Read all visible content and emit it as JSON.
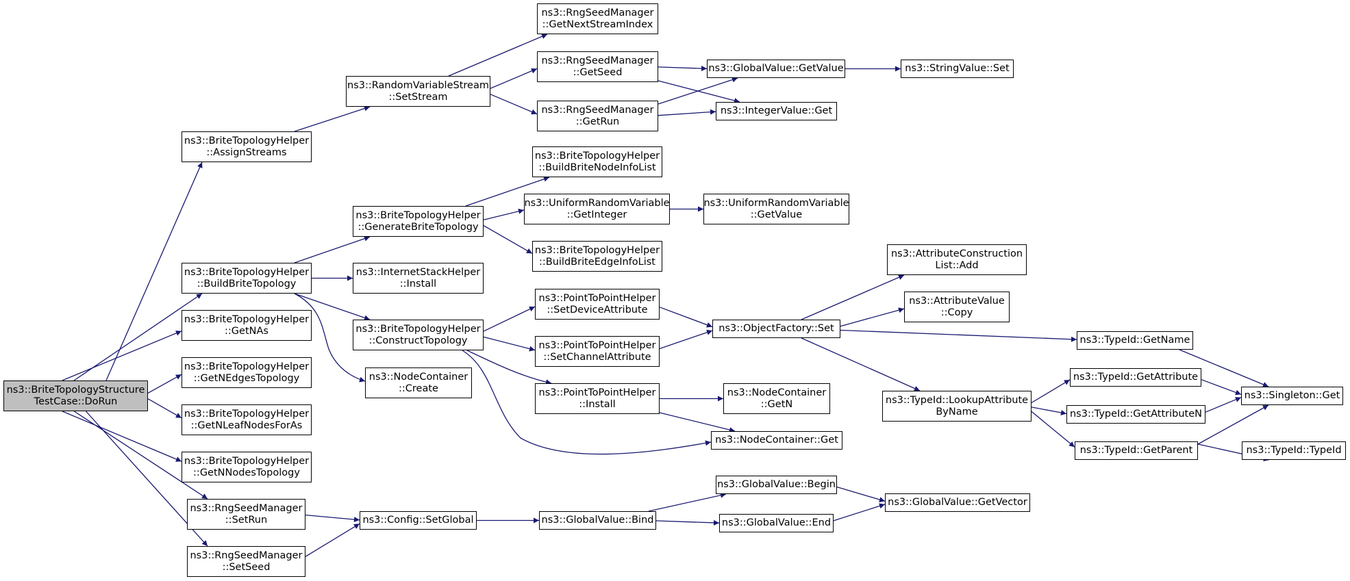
{
  "colors": {
    "edge": "#191970",
    "root_fill": "#bfbfbf",
    "node_fill": "#ffffff",
    "node_border": "#000000"
  },
  "nodes": [
    {
      "id": "doRun",
      "lines": [
        "ns3::BriteTopologyStructure",
        "TestCase::DoRun"
      ],
      "root": true
    },
    {
      "id": "assignStreams",
      "lines": [
        "ns3::BriteTopologyHelper",
        "::AssignStreams"
      ]
    },
    {
      "id": "buildBriteTopology",
      "lines": [
        "ns3::BriteTopologyHelper",
        "::BuildBriteTopology"
      ]
    },
    {
      "id": "getNAs",
      "lines": [
        "ns3::BriteTopologyHelper",
        "::GetNAs"
      ]
    },
    {
      "id": "getNEdgesTopology",
      "lines": [
        "ns3::BriteTopologyHelper",
        "::GetNEdgesTopology"
      ]
    },
    {
      "id": "getNLeafNodesForAs",
      "lines": [
        "ns3::BriteTopologyHelper",
        "::GetNLeafNodesForAs"
      ]
    },
    {
      "id": "getNNodesTopology",
      "lines": [
        "ns3::BriteTopologyHelper",
        "::GetNNodesTopology"
      ]
    },
    {
      "id": "setRun",
      "lines": [
        "ns3::RngSeedManager",
        "::SetRun"
      ]
    },
    {
      "id": "setSeed",
      "lines": [
        "ns3::RngSeedManager",
        "::SetSeed"
      ]
    },
    {
      "id": "setStream",
      "lines": [
        "ns3::RandomVariableStream",
        "::SetStream"
      ]
    },
    {
      "id": "generateBriteTopology",
      "lines": [
        "ns3::BriteTopologyHelper",
        "::GenerateBriteTopology"
      ]
    },
    {
      "id": "internetInstall",
      "lines": [
        "ns3::InternetStackHelper",
        "::Install"
      ]
    },
    {
      "id": "constructTopology",
      "lines": [
        "ns3::BriteTopologyHelper",
        "::ConstructTopology"
      ]
    },
    {
      "id": "nodeCreate",
      "lines": [
        "ns3::NodeContainer",
        "::Create"
      ]
    },
    {
      "id": "configSetGlobal",
      "lines": [
        "ns3::Config::SetGlobal"
      ]
    },
    {
      "id": "getNextStreamIndex",
      "lines": [
        "ns3::RngSeedManager",
        "::GetNextStreamIndex"
      ]
    },
    {
      "id": "getSeed",
      "lines": [
        "ns3::RngSeedManager",
        "::GetSeed"
      ]
    },
    {
      "id": "getRun",
      "lines": [
        "ns3::RngSeedManager",
        "::GetRun"
      ]
    },
    {
      "id": "buildNodeInfo",
      "lines": [
        "ns3::BriteTopologyHelper",
        "::BuildBriteNodeInfoList"
      ]
    },
    {
      "id": "urvGetInteger",
      "lines": [
        "ns3::UniformRandomVariable",
        "::GetInteger"
      ]
    },
    {
      "id": "buildEdgeInfo",
      "lines": [
        "ns3::BriteTopologyHelper",
        "::BuildBriteEdgeInfoList"
      ]
    },
    {
      "id": "p2pSetDevice",
      "lines": [
        "ns3::PointToPointHelper",
        "::SetDeviceAttribute"
      ]
    },
    {
      "id": "p2pSetChannel",
      "lines": [
        "ns3::PointToPointHelper",
        "::SetChannelAttribute"
      ]
    },
    {
      "id": "p2pInstall",
      "lines": [
        "ns3::PointToPointHelper",
        "::Install"
      ]
    },
    {
      "id": "gvBind",
      "lines": [
        "ns3::GlobalValue::Bind"
      ]
    },
    {
      "id": "gvGetValue",
      "lines": [
        "ns3::GlobalValue::GetValue"
      ]
    },
    {
      "id": "integerGet",
      "lines": [
        "ns3::IntegerValue::Get"
      ]
    },
    {
      "id": "urvGetValue",
      "lines": [
        "ns3::UniformRandomVariable",
        "::GetValue"
      ]
    },
    {
      "id": "objFactorySet",
      "lines": [
        "ns3::ObjectFactory::Set"
      ]
    },
    {
      "id": "ncGetN",
      "lines": [
        "ns3::NodeContainer",
        "::GetN"
      ]
    },
    {
      "id": "ncGet",
      "lines": [
        "ns3::NodeContainer::Get"
      ]
    },
    {
      "id": "gvBegin",
      "lines": [
        "ns3::GlobalValue::Begin"
      ]
    },
    {
      "id": "gvEnd",
      "lines": [
        "ns3::GlobalValue::End"
      ]
    },
    {
      "id": "stringSet",
      "lines": [
        "ns3::StringValue::Set"
      ]
    },
    {
      "id": "attrConstrAdd",
      "lines": [
        "ns3::AttributeConstruction",
        "List::Add"
      ]
    },
    {
      "id": "attrValueCopy",
      "lines": [
        "ns3::AttributeValue",
        "::Copy"
      ]
    },
    {
      "id": "lookupAttr",
      "lines": [
        "ns3::TypeId::LookupAttribute",
        "ByName"
      ]
    },
    {
      "id": "gvGetVector",
      "lines": [
        "ns3::GlobalValue::GetVector"
      ]
    },
    {
      "id": "typeGetName",
      "lines": [
        "ns3::TypeId::GetName"
      ]
    },
    {
      "id": "typeGetAttribute",
      "lines": [
        "ns3::TypeId::GetAttribute"
      ]
    },
    {
      "id": "typeGetAttributeN",
      "lines": [
        "ns3::TypeId::GetAttributeN"
      ]
    },
    {
      "id": "typeGetParent",
      "lines": [
        "ns3::TypeId::GetParent"
      ]
    },
    {
      "id": "singletonGet",
      "lines": [
        "ns3::Singleton::Get"
      ]
    },
    {
      "id": "typeIdCtor",
      "lines": [
        "ns3::TypeId::TypeId"
      ]
    }
  ],
  "edges": [
    [
      "doRun",
      "assignStreams"
    ],
    [
      "doRun",
      "buildBriteTopology"
    ],
    [
      "doRun",
      "getNAs"
    ],
    [
      "doRun",
      "getNEdgesTopology"
    ],
    [
      "doRun",
      "getNLeafNodesForAs"
    ],
    [
      "doRun",
      "getNNodesTopology"
    ],
    [
      "doRun",
      "setRun"
    ],
    [
      "doRun",
      "setSeed"
    ],
    [
      "assignStreams",
      "setStream"
    ],
    [
      "setStream",
      "getNextStreamIndex"
    ],
    [
      "setStream",
      "getSeed"
    ],
    [
      "setStream",
      "getRun"
    ],
    [
      "getSeed",
      "gvGetValue"
    ],
    [
      "getSeed",
      "integerGet"
    ],
    [
      "getRun",
      "gvGetValue"
    ],
    [
      "getRun",
      "integerGet"
    ],
    [
      "gvGetValue",
      "stringSet"
    ],
    [
      "buildBriteTopology",
      "generateBriteTopology"
    ],
    [
      "buildBriteTopology",
      "internetInstall"
    ],
    [
      "buildBriteTopology",
      "constructTopology"
    ],
    [
      "buildBriteTopology",
      "nodeCreate"
    ],
    [
      "generateBriteTopology",
      "buildNodeInfo"
    ],
    [
      "generateBriteTopology",
      "urvGetInteger"
    ],
    [
      "generateBriteTopology",
      "buildEdgeInfo"
    ],
    [
      "urvGetInteger",
      "urvGetValue"
    ],
    [
      "constructTopology",
      "p2pSetDevice"
    ],
    [
      "constructTopology",
      "p2pSetChannel"
    ],
    [
      "constructTopology",
      "p2pInstall"
    ],
    [
      "constructTopology",
      "ncGet"
    ],
    [
      "p2pSetDevice",
      "objFactorySet"
    ],
    [
      "p2pSetChannel",
      "objFactorySet"
    ],
    [
      "p2pInstall",
      "ncGetN"
    ],
    [
      "p2pInstall",
      "ncGet"
    ],
    [
      "objFactorySet",
      "attrConstrAdd"
    ],
    [
      "objFactorySet",
      "attrValueCopy"
    ],
    [
      "objFactorySet",
      "typeGetName"
    ],
    [
      "objFactorySet",
      "lookupAttr"
    ],
    [
      "typeGetName",
      "singletonGet"
    ],
    [
      "lookupAttr",
      "typeGetAttribute"
    ],
    [
      "lookupAttr",
      "typeGetAttributeN"
    ],
    [
      "lookupAttr",
      "typeGetParent"
    ],
    [
      "typeGetAttribute",
      "singletonGet"
    ],
    [
      "typeGetAttributeN",
      "singletonGet"
    ],
    [
      "typeGetParent",
      "singletonGet"
    ],
    [
      "typeGetParent",
      "typeIdCtor"
    ],
    [
      "setRun",
      "configSetGlobal"
    ],
    [
      "setSeed",
      "configSetGlobal"
    ],
    [
      "configSetGlobal",
      "gvBind"
    ],
    [
      "gvBind",
      "gvBegin"
    ],
    [
      "gvBind",
      "gvEnd"
    ],
    [
      "gvBegin",
      "gvGetVector"
    ],
    [
      "gvEnd",
      "gvGetVector"
    ]
  ]
}
